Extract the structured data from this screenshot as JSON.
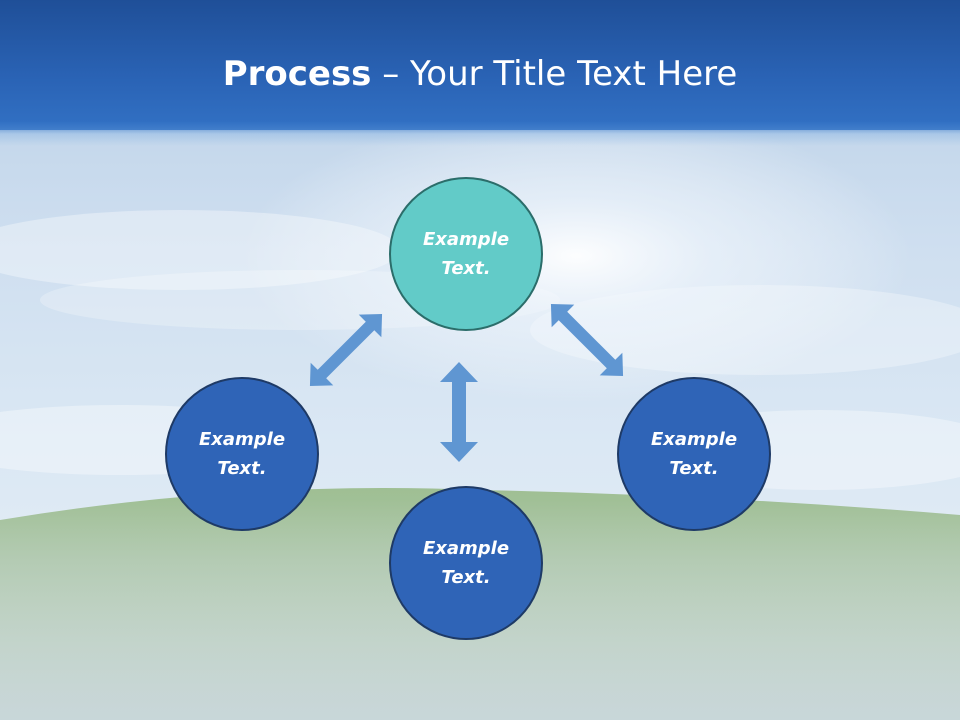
{
  "title": {
    "bold": "Process",
    "rest": " – Your Title Text Here"
  },
  "nodes": {
    "top": {
      "label": "Example\nText.",
      "color": "#62cbc8"
    },
    "left": {
      "label": "Example\nText.",
      "color": "#2f64b7"
    },
    "right": {
      "label": "Example\nText.",
      "color": "#2f64b7"
    },
    "bottom": {
      "label": "Example\nText.",
      "color": "#2f64b7"
    }
  },
  "arrow_color": "#5f96d2",
  "icons": [
    "double-arrow-icon"
  ]
}
